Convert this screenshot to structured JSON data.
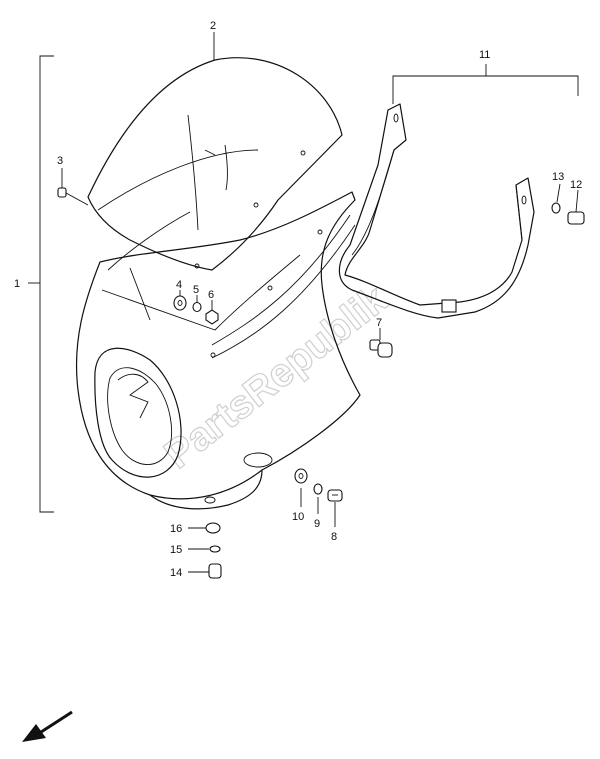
{
  "diagram": {
    "callouts": [
      {
        "id": "c1",
        "label": "1"
      },
      {
        "id": "c2",
        "label": "2"
      },
      {
        "id": "c3",
        "label": "3"
      },
      {
        "id": "c4",
        "label": "4"
      },
      {
        "id": "c5",
        "label": "5"
      },
      {
        "id": "c6",
        "label": "6"
      },
      {
        "id": "c7",
        "label": "7"
      },
      {
        "id": "c8",
        "label": "8"
      },
      {
        "id": "c9",
        "label": "9"
      },
      {
        "id": "c10",
        "label": "10"
      },
      {
        "id": "c11",
        "label": "11"
      },
      {
        "id": "c12",
        "label": "12"
      },
      {
        "id": "c13",
        "label": "13"
      },
      {
        "id": "c14",
        "label": "14"
      },
      {
        "id": "c15",
        "label": "15"
      },
      {
        "id": "c16",
        "label": "16"
      }
    ],
    "watermark": "PartsRepublik",
    "line_color": "#111111",
    "watermark_color": "#cfcfcf"
  }
}
